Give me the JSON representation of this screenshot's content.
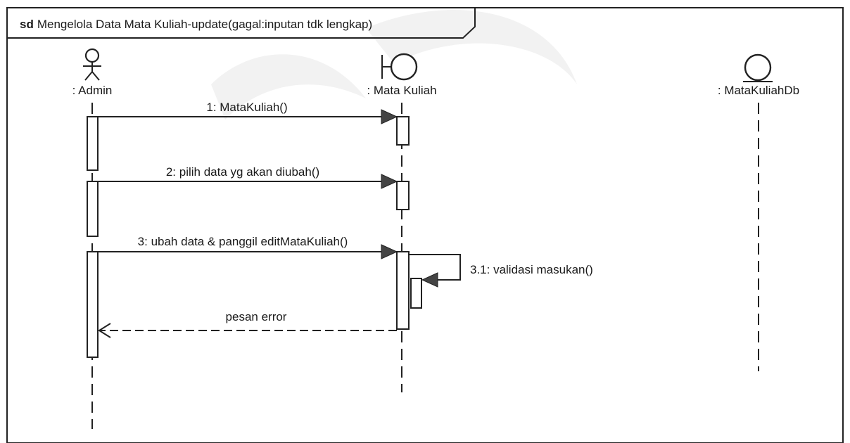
{
  "frame": {
    "keyword": "sd",
    "title": "Mengelola Data Mata Kuliah-update(gagal:inputan tdk lengkap)"
  },
  "lifelines": [
    {
      "id": "admin",
      "label": ": Admin",
      "kind": "actor",
      "icon": "actor-icon"
    },
    {
      "id": "boundary",
      "label": ": Mata Kuliah",
      "kind": "boundary",
      "icon": "boundary-icon"
    },
    {
      "id": "entity",
      "label": ": MataKuliahDb",
      "kind": "entity",
      "icon": "entity-icon"
    }
  ],
  "messages": [
    {
      "label": "1: MataKuliah()",
      "from": "admin",
      "to": "boundary",
      "type": "sync"
    },
    {
      "label": "2: pilih data yg akan diubah()",
      "from": "admin",
      "to": "boundary",
      "type": "sync"
    },
    {
      "label": "3: ubah data & panggil editMataKuliah()",
      "from": "admin",
      "to": "boundary",
      "type": "sync"
    },
    {
      "label": "3.1: validasi masukan()",
      "from": "boundary",
      "to": "boundary",
      "type": "self"
    },
    {
      "label": "pesan error",
      "from": "boundary",
      "to": "admin",
      "type": "return"
    }
  ]
}
